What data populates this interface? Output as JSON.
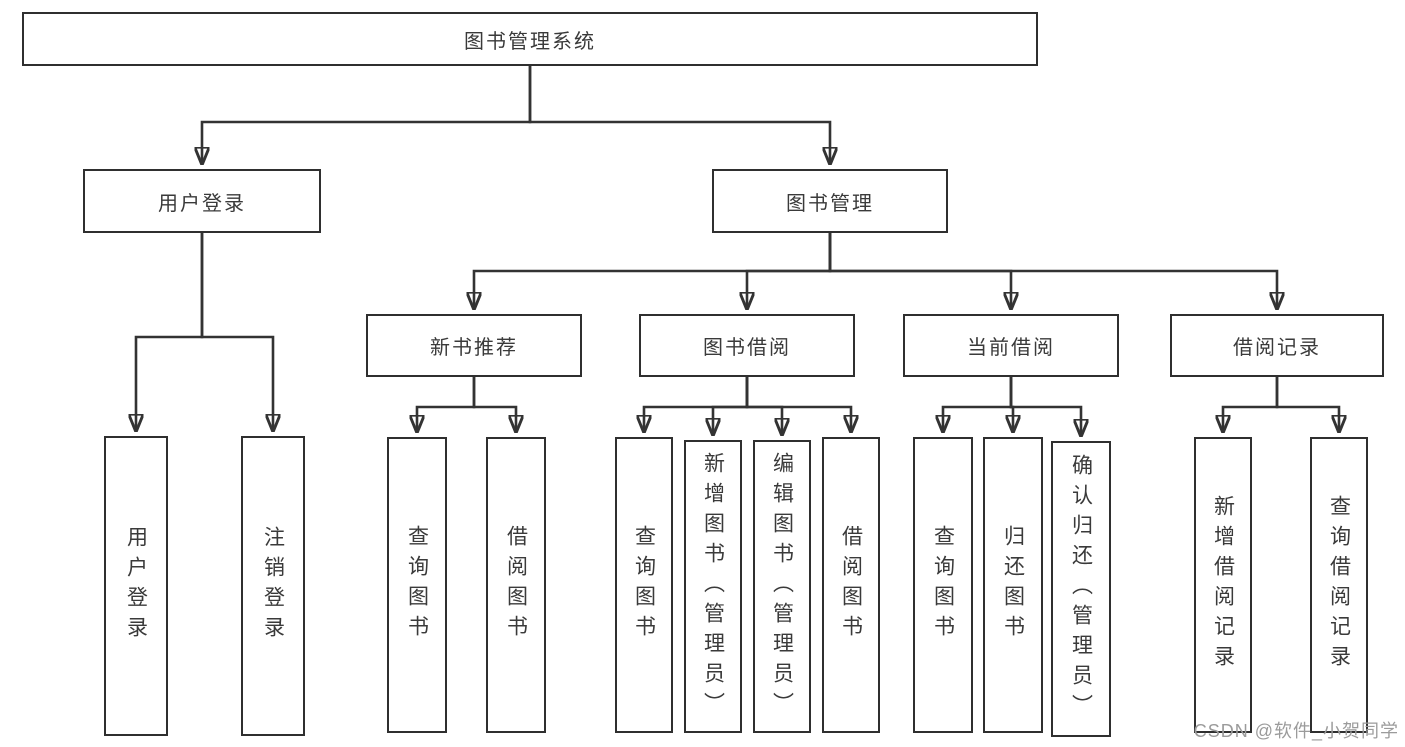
{
  "diagram_title": "图书管理系统",
  "colors": {
    "line": "#333333",
    "box_border": "#2f2f2f",
    "text": "#3a3a3a",
    "background": "#ffffff",
    "watermark": "#9b9b9b"
  },
  "watermark": {
    "text": "CSDN @软件_小贺同学"
  },
  "nodes": {
    "root": {
      "label": "图书管理系统"
    },
    "user_login": {
      "label": "用户登录"
    },
    "book_mgmt": {
      "label": "图书管理"
    },
    "new_book_rec": {
      "label": "新书推荐"
    },
    "book_borrow": {
      "label": "图书借阅"
    },
    "current_borrow": {
      "label": "当前借阅"
    },
    "borrow_records": {
      "label": "借阅记录"
    },
    "leaf_user_login": {
      "label": "用户登录"
    },
    "leaf_logout": {
      "label": "注销登录"
    },
    "leaf_nb_query": {
      "label": "查询图书"
    },
    "leaf_nb_borrow": {
      "label": "借阅图书"
    },
    "leaf_bb_query": {
      "label": "查询图书"
    },
    "leaf_bb_add": {
      "label": "新增图书（管理员）"
    },
    "leaf_bb_edit": {
      "label": "编辑图书（管理员）"
    },
    "leaf_bb_borrow": {
      "label": "借阅图书"
    },
    "leaf_cb_query": {
      "label": "查询图书"
    },
    "leaf_cb_return": {
      "label": "归还图书"
    },
    "leaf_cb_confirm": {
      "label": "确认归还（管理员）"
    },
    "leaf_br_add": {
      "label": "新增借阅记录"
    },
    "leaf_br_query": {
      "label": "查询借阅记录"
    }
  },
  "edges": [
    {
      "from": "root",
      "to": "user_login"
    },
    {
      "from": "root",
      "to": "book_mgmt"
    },
    {
      "from": "user_login",
      "to": "leaf_user_login"
    },
    {
      "from": "user_login",
      "to": "leaf_logout"
    },
    {
      "from": "book_mgmt",
      "to": "new_book_rec"
    },
    {
      "from": "book_mgmt",
      "to": "book_borrow"
    },
    {
      "from": "book_mgmt",
      "to": "current_borrow"
    },
    {
      "from": "book_mgmt",
      "to": "borrow_records"
    },
    {
      "from": "new_book_rec",
      "to": "leaf_nb_query"
    },
    {
      "from": "new_book_rec",
      "to": "leaf_nb_borrow"
    },
    {
      "from": "book_borrow",
      "to": "leaf_bb_query"
    },
    {
      "from": "book_borrow",
      "to": "leaf_bb_add"
    },
    {
      "from": "book_borrow",
      "to": "leaf_bb_edit"
    },
    {
      "from": "book_borrow",
      "to": "leaf_bb_borrow"
    },
    {
      "from": "current_borrow",
      "to": "leaf_cb_query"
    },
    {
      "from": "current_borrow",
      "to": "leaf_cb_return"
    },
    {
      "from": "current_borrow",
      "to": "leaf_cb_confirm"
    },
    {
      "from": "borrow_records",
      "to": "leaf_br_add"
    },
    {
      "from": "borrow_records",
      "to": "leaf_br_query"
    }
  ]
}
